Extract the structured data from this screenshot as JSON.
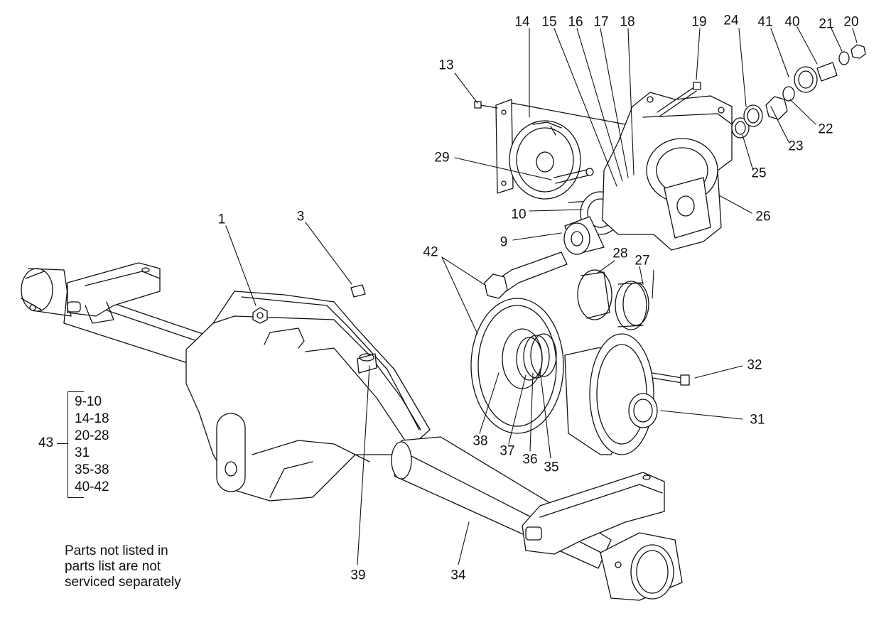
{
  "callouts": {
    "c1": "1",
    "c3": "3",
    "c9": "9",
    "c10": "10",
    "c13": "13",
    "c14": "14",
    "c15": "15",
    "c16": "16",
    "c17": "17",
    "c18": "18",
    "c19": "19",
    "c20": "20",
    "c21": "21",
    "c22": "22",
    "c23": "23",
    "c24": "24",
    "c25": "25",
    "c26": "26",
    "c27": "27",
    "c28": "28",
    "c29": "29",
    "c31": "31",
    "c32": "32",
    "c34": "34",
    "c35": "35",
    "c36": "36",
    "c37": "37",
    "c38": "38",
    "c39": "39",
    "c40": "40",
    "c41": "41",
    "c42": "42"
  },
  "kit": {
    "label": "43",
    "items": [
      "9-10",
      "14-18",
      "20-28",
      "31",
      "35-38",
      "40-42"
    ]
  },
  "note": {
    "line1": "Parts not listed in",
    "line2": "parts list are not",
    "line3": "serviced separately"
  }
}
